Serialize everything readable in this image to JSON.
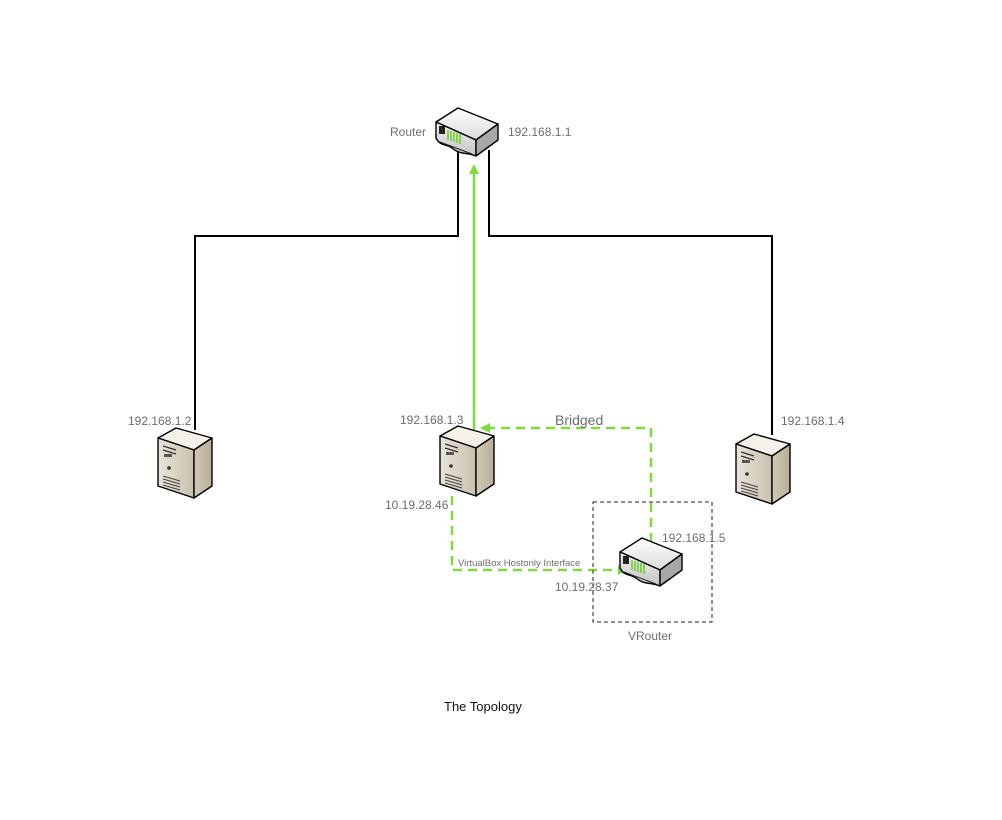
{
  "diagram": {
    "title": "The Topology",
    "colors": {
      "wire": "#000000",
      "flow": "#7ddc3a",
      "label": "#6d6d6d",
      "box": "#222222"
    },
    "router": {
      "name": "Router",
      "ip": "192.168.1.1"
    },
    "hosts": {
      "left": {
        "ip": "192.168.1.2"
      },
      "center": {
        "ip": "192.168.1.3",
        "ip2": "10.19.28.46"
      },
      "right": {
        "ip": "192.168.1.4"
      }
    },
    "vrouter": {
      "name": "VRouter",
      "ip": "192.168.1.5",
      "ip2": "10.19.28.37"
    },
    "links": {
      "bridged": "Bridged",
      "hostonly": "VirtualBox Hostonly Interface"
    },
    "icons": {
      "router": "router-icon",
      "server": "server-icon"
    }
  }
}
